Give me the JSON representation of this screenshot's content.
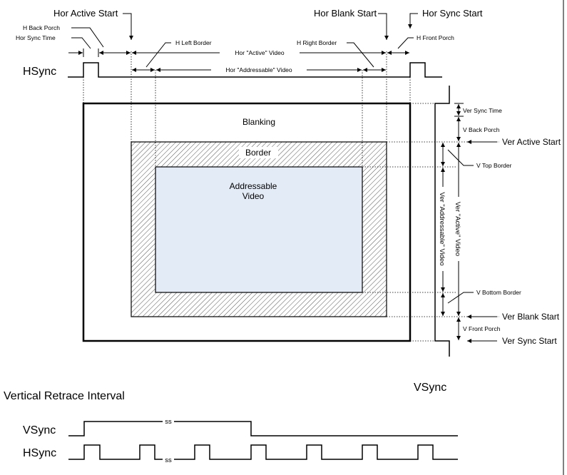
{
  "labels": {
    "hor_active_start": "Hor Active Start",
    "hor_blank_start": "Hor Blank Start",
    "hor_sync_start": "Hor Sync Start",
    "h_back_porch": "H Back Porch",
    "hor_sync_time": "Hor Sync Time",
    "h_left_border": "H Left Border",
    "h_right_border": "H Right Border",
    "h_front_porch": "H Front Porch",
    "hor_active_video": "Hor \"Active\" Video",
    "hor_addressable_video": "Hor \"Addressable\" Video",
    "hsync": "HSync",
    "blanking": "Blanking",
    "border": "Border",
    "addressable_line1": "Addressable",
    "addressable_line2": "Video",
    "ver_sync_time": "Ver Sync Time",
    "v_back_porch": "V Back Porch",
    "ver_active_start": "Ver Active Start",
    "v_top_border": "V Top Border",
    "ver_addressable_video": "Ver \"Addressable\" Video",
    "ver_active_video": "Ver \"Active\" Video",
    "v_bottom_border": "V Bottom Border",
    "ver_blank_start": "Ver Blank Start",
    "v_front_porch": "V Front Porch",
    "ver_sync_start": "Ver Sync Start",
    "vsync": "VSync",
    "vertical_retrace_interval": "Vertical Retrace Interval",
    "vsync_bottom": "VSync",
    "hsync_bottom": "HSync",
    "break_mark_top": "ss",
    "break_mark_bottom": "ss"
  },
  "colors": {
    "addressable_fill": "#e3ebf6",
    "line": "#000000"
  }
}
